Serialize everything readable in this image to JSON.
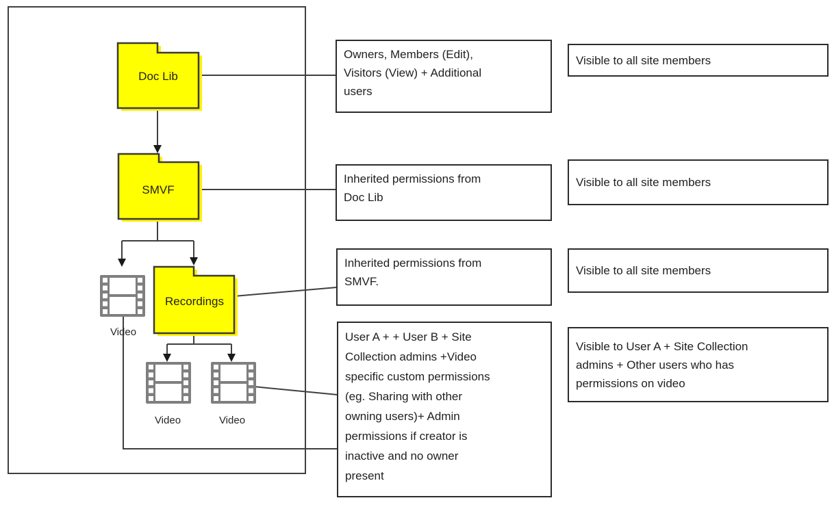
{
  "diagram": {
    "tree": {
      "folders": [
        {
          "label": "Doc Lib"
        },
        {
          "label": "SMVF"
        },
        {
          "label": "Recordings"
        }
      ],
      "videos": [
        {
          "label": "Video"
        },
        {
          "label": "Video"
        },
        {
          "label": "Video"
        }
      ]
    },
    "permission_notes": [
      [
        "Owners, Members (Edit),",
        "Visitors (View) + Additional",
        "users"
      ],
      [
        "Inherited permissions from",
        "Doc Lib"
      ],
      [
        "Inherited permissions from",
        "SMVF."
      ],
      [
        "User A + + User B + Site",
        "Collection admins +Video",
        "specific custom permissions",
        "(eg. Sharing with other",
        "owning users)+ Admin",
        "permissions if creator is",
        "inactive and no owner",
        "present"
      ]
    ],
    "visibility_notes": [
      [
        "Visible to all site members"
      ],
      [
        "Visible to all site members"
      ],
      [
        "Visible to all site members"
      ],
      [
        "Visible to User A + Site Collection",
        "admins + Other users who has",
        "permissions on video"
      ]
    ],
    "colors": {
      "folder_fill": "#FFFF00",
      "folder_shadow": "#FFF200",
      "folder_border": "#3a3a3a",
      "line": "#3f3f3f",
      "icon_gray": "#7f7f7f",
      "box_border": "#2b2b2b",
      "text": "#1f1f1f"
    }
  }
}
